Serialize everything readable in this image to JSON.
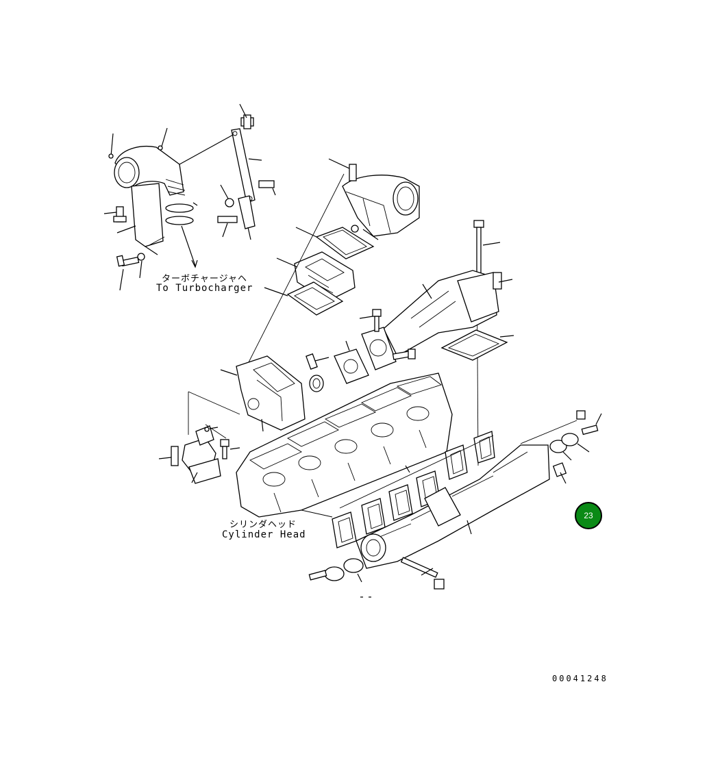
{
  "labels": {
    "turbo_jp": "ターボチャージャヘ",
    "turbo_en": "To Turbocharger",
    "head_jp": "シリンダヘッド",
    "head_en": "Cylinder Head",
    "drawing_code": "00041248"
  },
  "badge": {
    "text": "23",
    "fill": "#0a8a16",
    "text_color": "#ffffff"
  },
  "colors": {
    "line": "#000000",
    "background": "#ffffff"
  }
}
